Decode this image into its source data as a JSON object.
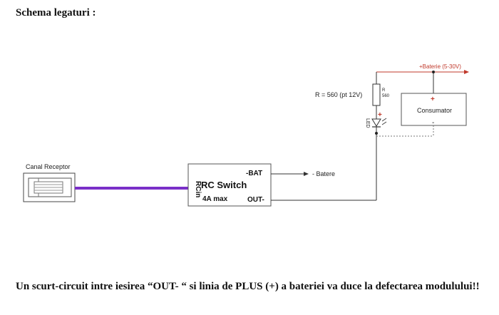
{
  "title": "Schema legaturi :",
  "warning": "Un scurt-circuit intre iesirea “OUT- “ si linia de PLUS (+) a bateriei va duce la defectarea modulului!!",
  "diagram": {
    "receptor_label": "Canal Receptor",
    "switch": {
      "name": "RC Switch",
      "rating": "4A max",
      "pin_bat": "-BAT",
      "pin_out": "OUT-",
      "pin_rcin": "RCin"
    },
    "batere_minus": "- Batere",
    "baterie_plus": "+Baterie (5-30V)",
    "resistor_value": "R = 560 (pt 12V)",
    "resistor_tag_r": "R",
    "resistor_tag_value": "560",
    "led_label": "LED",
    "consumator": {
      "label": "Consumator",
      "plus": "+",
      "minus": "-"
    },
    "led_plus": "+",
    "colors": {
      "signal_wire": "#7a2fc8",
      "plus_wire": "#c0392b",
      "wire": "#333333"
    }
  }
}
